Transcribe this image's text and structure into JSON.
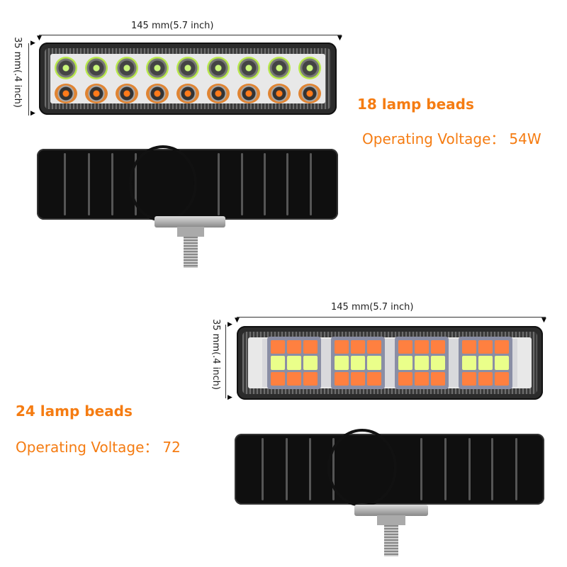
{
  "product_top": {
    "width_label": "145 mm(5.7 inch)",
    "height_label": "35 mm(.4 inch)",
    "beads_label": "18 lamp beads",
    "voltage_label": "Operating Voltage：",
    "voltage_value": "54W",
    "led_rows": {
      "white_count": 9,
      "amber_count": 9
    }
  },
  "product_bottom": {
    "width_label": "145 mm(5.7 inch)",
    "height_label": "35 mm(.4 inch)",
    "beads_label": "24 lamp beads",
    "voltage_label": "Operating Voltage：",
    "voltage_value": "72",
    "smd_clusters": 4
  },
  "colors": {
    "accent_orange": "#f57c12",
    "led_white_green": "#c8f57a",
    "led_amber": "#ff7a1a",
    "housing_black": "#0f0f0f"
  }
}
